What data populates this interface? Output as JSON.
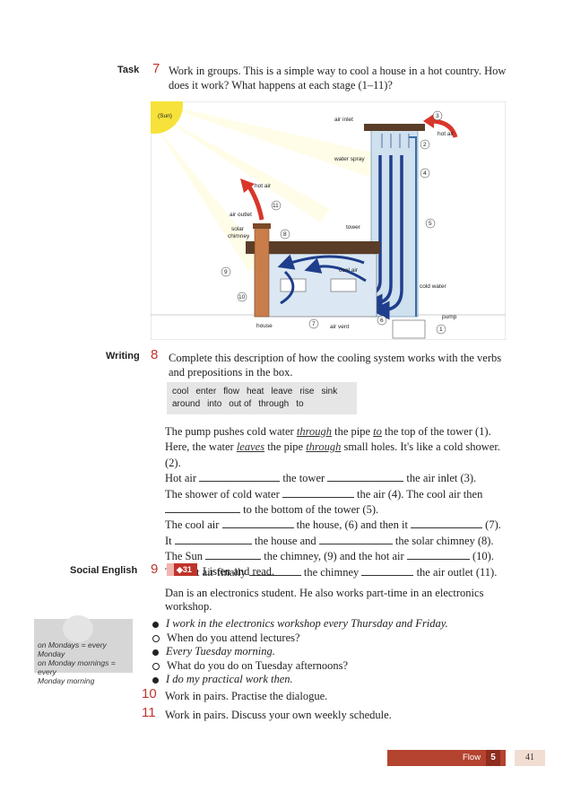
{
  "task7": {
    "section_label": "Task",
    "number": "7",
    "text": "Work in groups. This is a simple way to cool a house in a hot country. How does it work? What happens at each stage (1–11)?",
    "text_line1": "Work in groups. This is a simple way to cool a house in a hot country. How",
    "text_line2": "does it work? What happens at each stage (1–11)?"
  },
  "diagram": {
    "labels": {
      "sun": "(Sun)",
      "air_inlet": "air inlet",
      "hot_air_right": "hot air",
      "water_spray": "water spray",
      "hot_air_left": "hot air",
      "air_outlet": "air outlet",
      "solar_chimney": "solar chimney",
      "tower": "tower",
      "cool_air": "cool air",
      "cold_water": "cold water",
      "pump": "pump",
      "house": "house",
      "air_vent": "air vent"
    },
    "numbers": [
      "1",
      "2",
      "3",
      "4",
      "5",
      "6",
      "7",
      "8",
      "9",
      "10",
      "11"
    ],
    "colors": {
      "sky": "#dde9f3",
      "water_arrow": "#1f3e8c",
      "hot_arrow": "#d9362b",
      "sun": "#f6e23a",
      "roof": "#5a3d28",
      "brick": "#c97d4a"
    }
  },
  "writing8": {
    "section_label": "Writing",
    "number": "8",
    "instr_line1": "Complete this description of how the cooling system works with the verbs",
    "instr_line2": "and prepositions in the box.",
    "words_row1": [
      "cool",
      "enter",
      "flow",
      "heat",
      "leave",
      "rise",
      "sink"
    ],
    "words_row2": [
      "around",
      "into",
      "out of",
      "through",
      "to"
    ],
    "lines": {
      "l1a": "The pump pushes cold water ",
      "l1_ans1": "through",
      "l1b": " the pipe ",
      "l1_ans2": "to",
      "l1c": " the top of the tower (1).",
      "l2a": "Here, the water ",
      "l2_ans1": "leaves",
      "l2b": " the pipe ",
      "l2_ans2": "through",
      "l2c": " small holes. It's like a cold shower. (2).",
      "l3a": "Hot air",
      "l3b": "the tower",
      "l3c": "the air inlet (3).",
      "l4a": "The shower of cold water",
      "l4b": "the air (4). The cool air then",
      "l5a": "to the bottom of the tower (5).",
      "l6a": "The cool air",
      "l6b": "the house, (6) and then it",
      "l6c": "(7).",
      "l7a": "It",
      "l7b": "the house and",
      "l7c": "the solar chimney (8).",
      "l8a": "The Sun",
      "l8b": "the chimney, (9) and the hot air",
      "l8c": "(10).",
      "l9a": "The hot air finally",
      "l9b": "the chimney",
      "l9c": "the air outlet (11)."
    }
  },
  "social9": {
    "section_label": "Social English",
    "number": "9",
    "audio_track": "31",
    "instr": "Listen and read.",
    "intro_line1": "Dan is an electronics student. He also works part-time in an electronics",
    "intro_line2": "workshop.",
    "dialogue": [
      {
        "speaker": "filled",
        "text": "I work in the electronics workshop every Thursday and Friday.",
        "italic": true
      },
      {
        "speaker": "open",
        "text": "When do you attend lectures?",
        "italic": false
      },
      {
        "speaker": "filled",
        "text": "Every Tuesday morning.",
        "italic": true
      },
      {
        "speaker": "open",
        "text": "What do you do on Tuesday afternoons?",
        "italic": false
      },
      {
        "speaker": "filled",
        "text": "I do my practical work then.",
        "italic": true
      }
    ],
    "tip": {
      "line1": "on Mondays = every Monday",
      "line2": "on Monday mornings = every",
      "line3": "Monday morning"
    }
  },
  "task10": {
    "number": "10",
    "text": "Work in pairs. Practise the dialogue."
  },
  "task11": {
    "number": "11",
    "text": "Work in pairs. Discuss your own weekly schedule."
  },
  "footer": {
    "unit_name": "Flow",
    "unit_number": "5",
    "page_number": "41"
  }
}
